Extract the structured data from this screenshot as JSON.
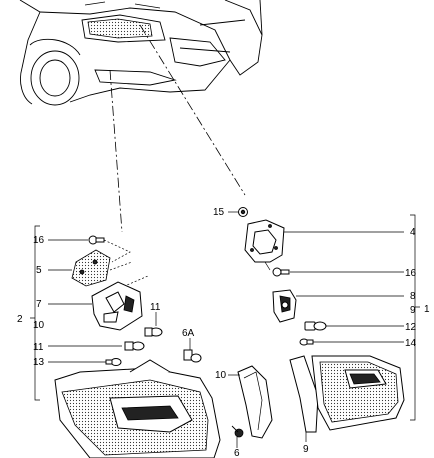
{
  "callouts": {
    "c15": "15",
    "c4": "4",
    "c16_left": "16",
    "c16_right": "16",
    "c5": "5",
    "c8": "8",
    "c9_right": "9",
    "c7": "7",
    "c11_top": "11",
    "c6A": "6A",
    "c2": "2",
    "c10_left": "10",
    "c12": "12",
    "c1": "1",
    "c11_left": "11",
    "c14": "14",
    "c13": "13",
    "c10_bottom": "10",
    "c6": "6",
    "c9_bottom": "9"
  }
}
